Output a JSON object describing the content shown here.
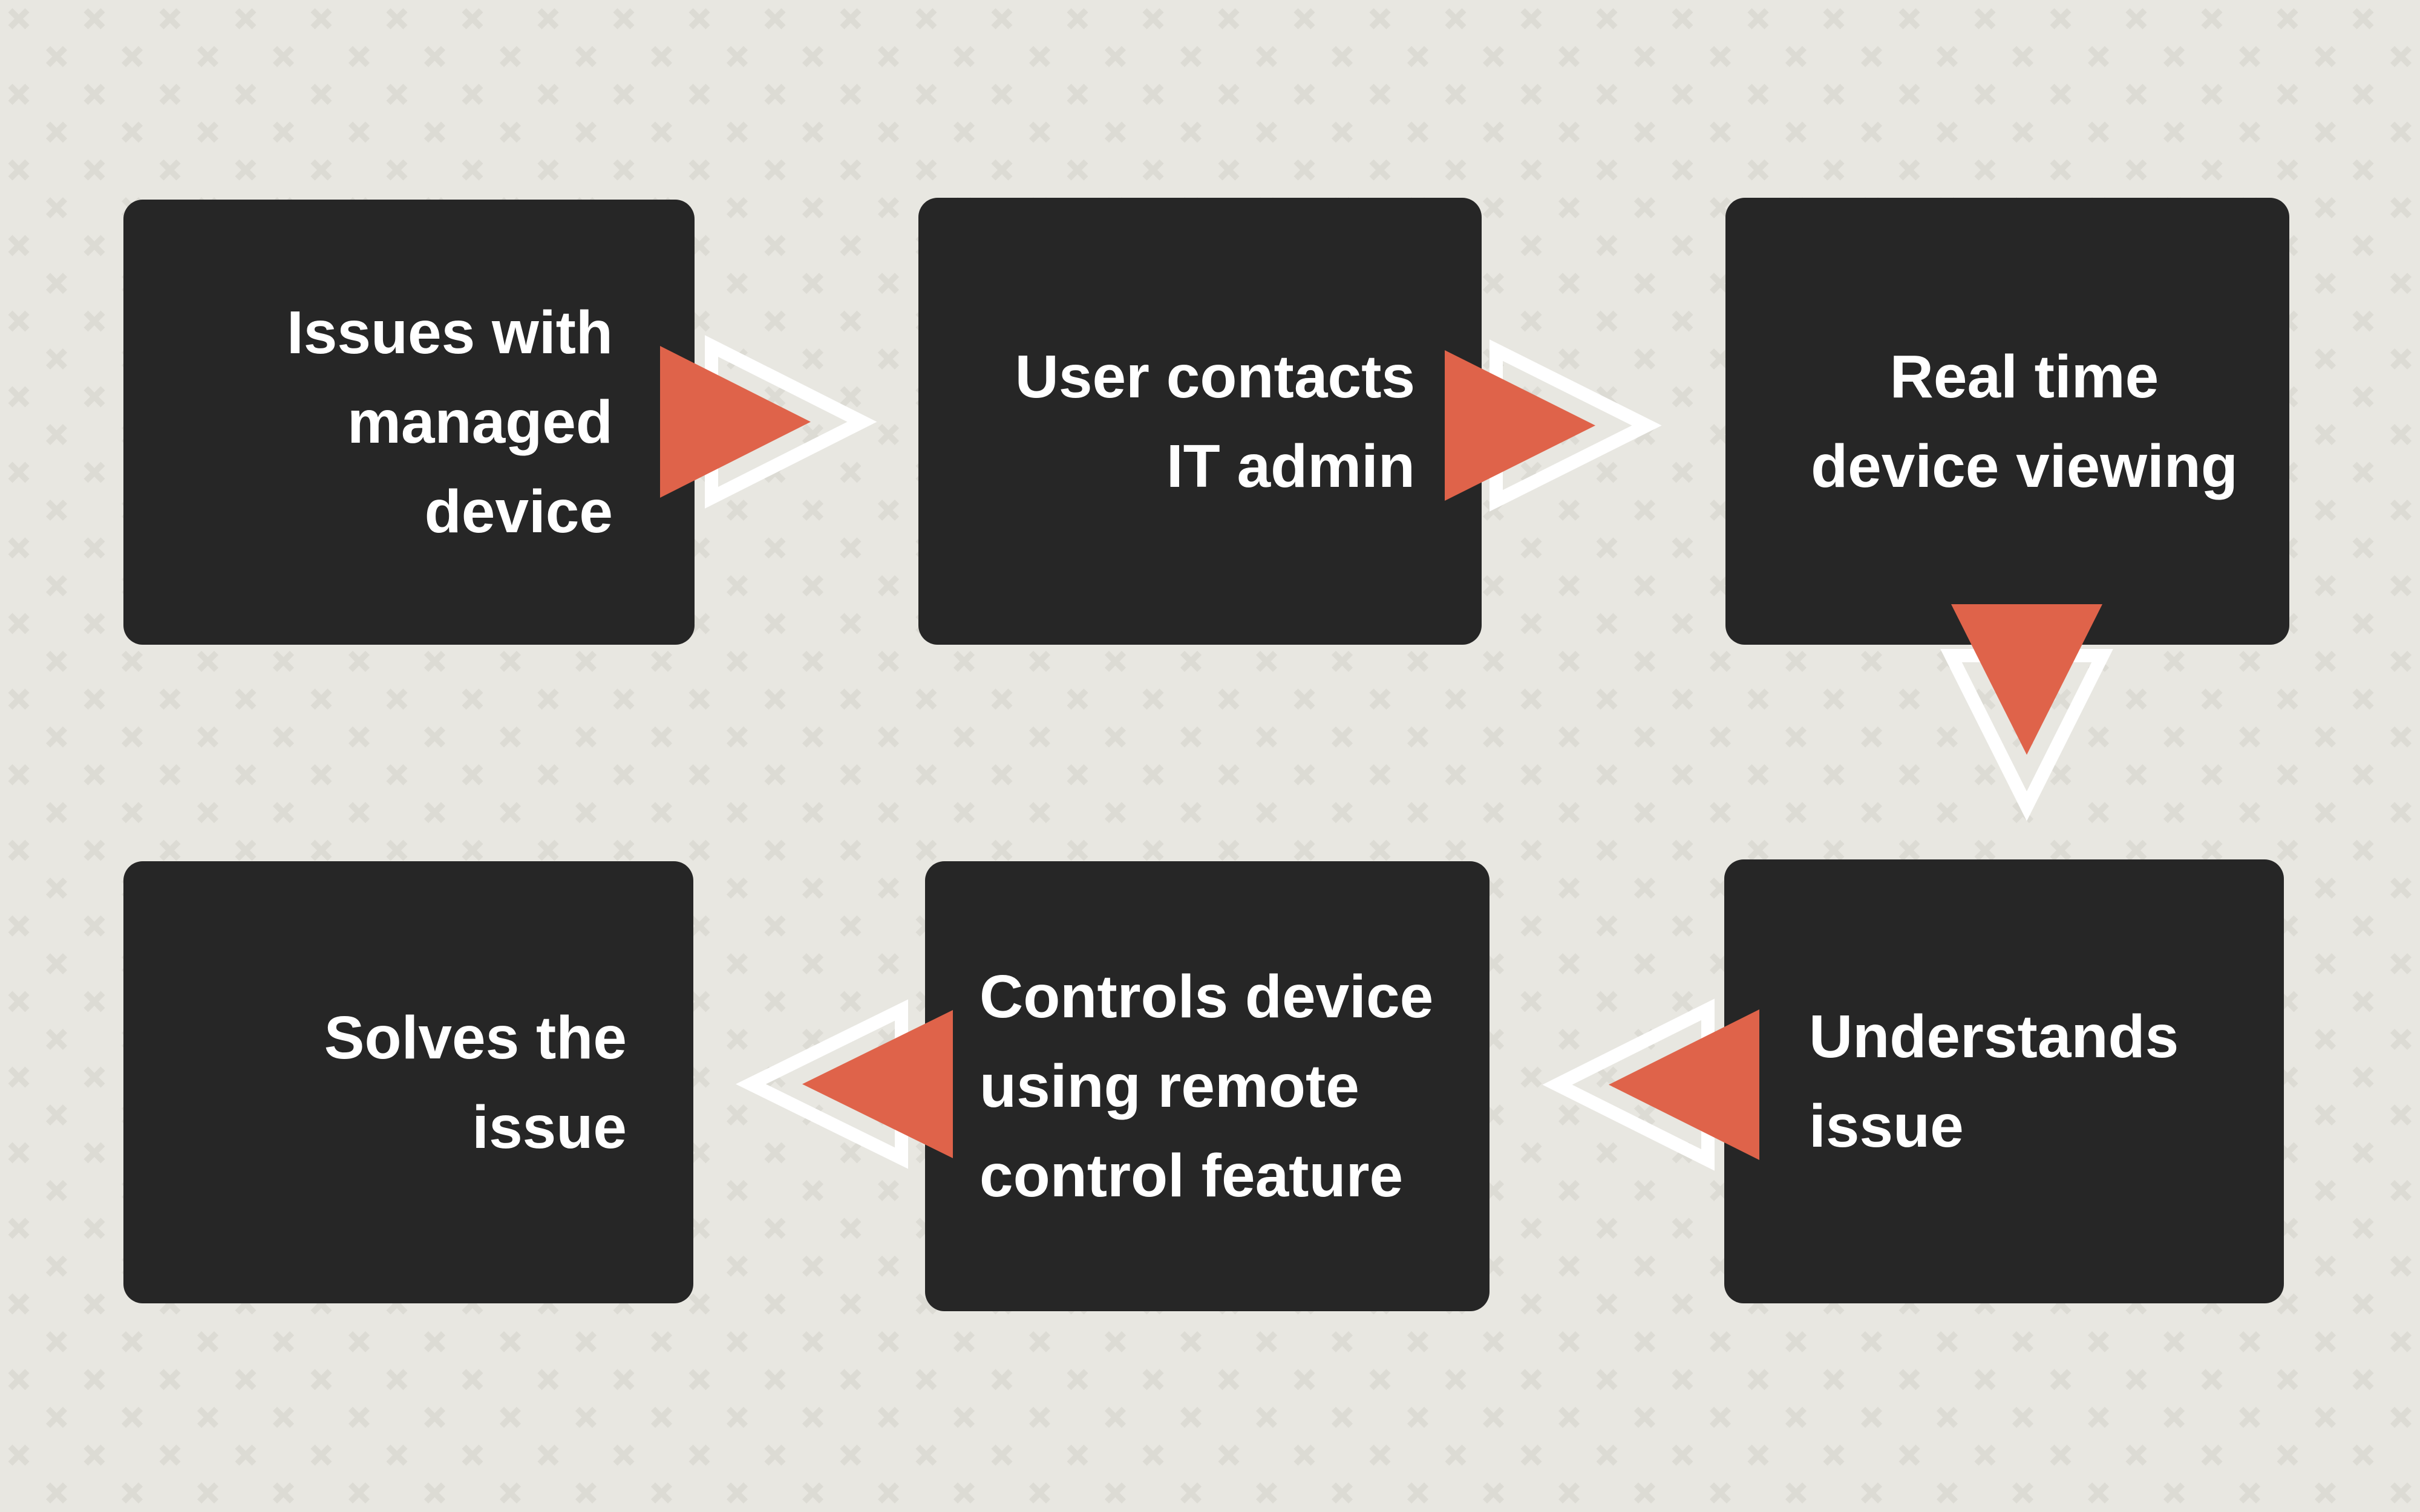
{
  "colors": {
    "background": "#e8e7e1",
    "pattern_mark": "#dcdbd4",
    "box_fill": "#262626",
    "text": "#ffffff",
    "arrow_fill": "#df634a",
    "arrow_outline": "#ffffff"
  },
  "flow": {
    "boxes": [
      {
        "id": "issues",
        "label": "Issues with\nmanaged\ndevice"
      },
      {
        "id": "contact",
        "label": "User contacts\nIT admin"
      },
      {
        "id": "viewing",
        "label": "Real time\ndevice viewing"
      },
      {
        "id": "understand",
        "label": "Understands\nissue"
      },
      {
        "id": "control",
        "label": "Controls device\nusing remote\ncontrol feature"
      },
      {
        "id": "solve",
        "label": "Solves the\nissue"
      }
    ],
    "arrows": [
      {
        "from": "issues",
        "to": "contact",
        "direction": "right"
      },
      {
        "from": "contact",
        "to": "viewing",
        "direction": "right"
      },
      {
        "from": "viewing",
        "to": "understand",
        "direction": "down"
      },
      {
        "from": "understand",
        "to": "control",
        "direction": "left"
      },
      {
        "from": "control",
        "to": "solve",
        "direction": "left"
      }
    ]
  }
}
